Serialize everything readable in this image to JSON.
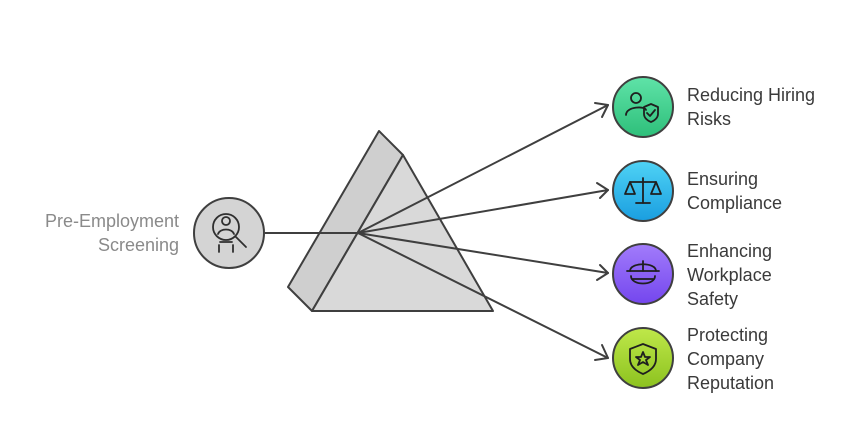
{
  "source": {
    "label_lines": [
      "Pre-Employment",
      "Screening"
    ],
    "icon": "candidate-search-icon"
  },
  "outputs": [
    {
      "label_lines": [
        "Reducing Hiring",
        "Risks"
      ],
      "icon": "user-shield-icon",
      "color": "#3ecf8e"
    },
    {
      "label_lines": [
        "Ensuring",
        "Compliance"
      ],
      "icon": "scales-icon",
      "color": "#2bb5e8"
    },
    {
      "label_lines": [
        "Enhancing",
        "Workplace",
        "Safety"
      ],
      "icon": "hard-hat-icon",
      "color": "#8a5cf6"
    },
    {
      "label_lines": [
        "Protecting",
        "Company",
        "Reputation"
      ],
      "icon": "shield-star-icon",
      "color": "#a3d635"
    }
  ],
  "colors": {
    "prism_face": "#d6d6d6",
    "prism_stroke": "#3f3f3f",
    "source_circle": "#d4d4d4",
    "line": "#3f3f3f"
  }
}
